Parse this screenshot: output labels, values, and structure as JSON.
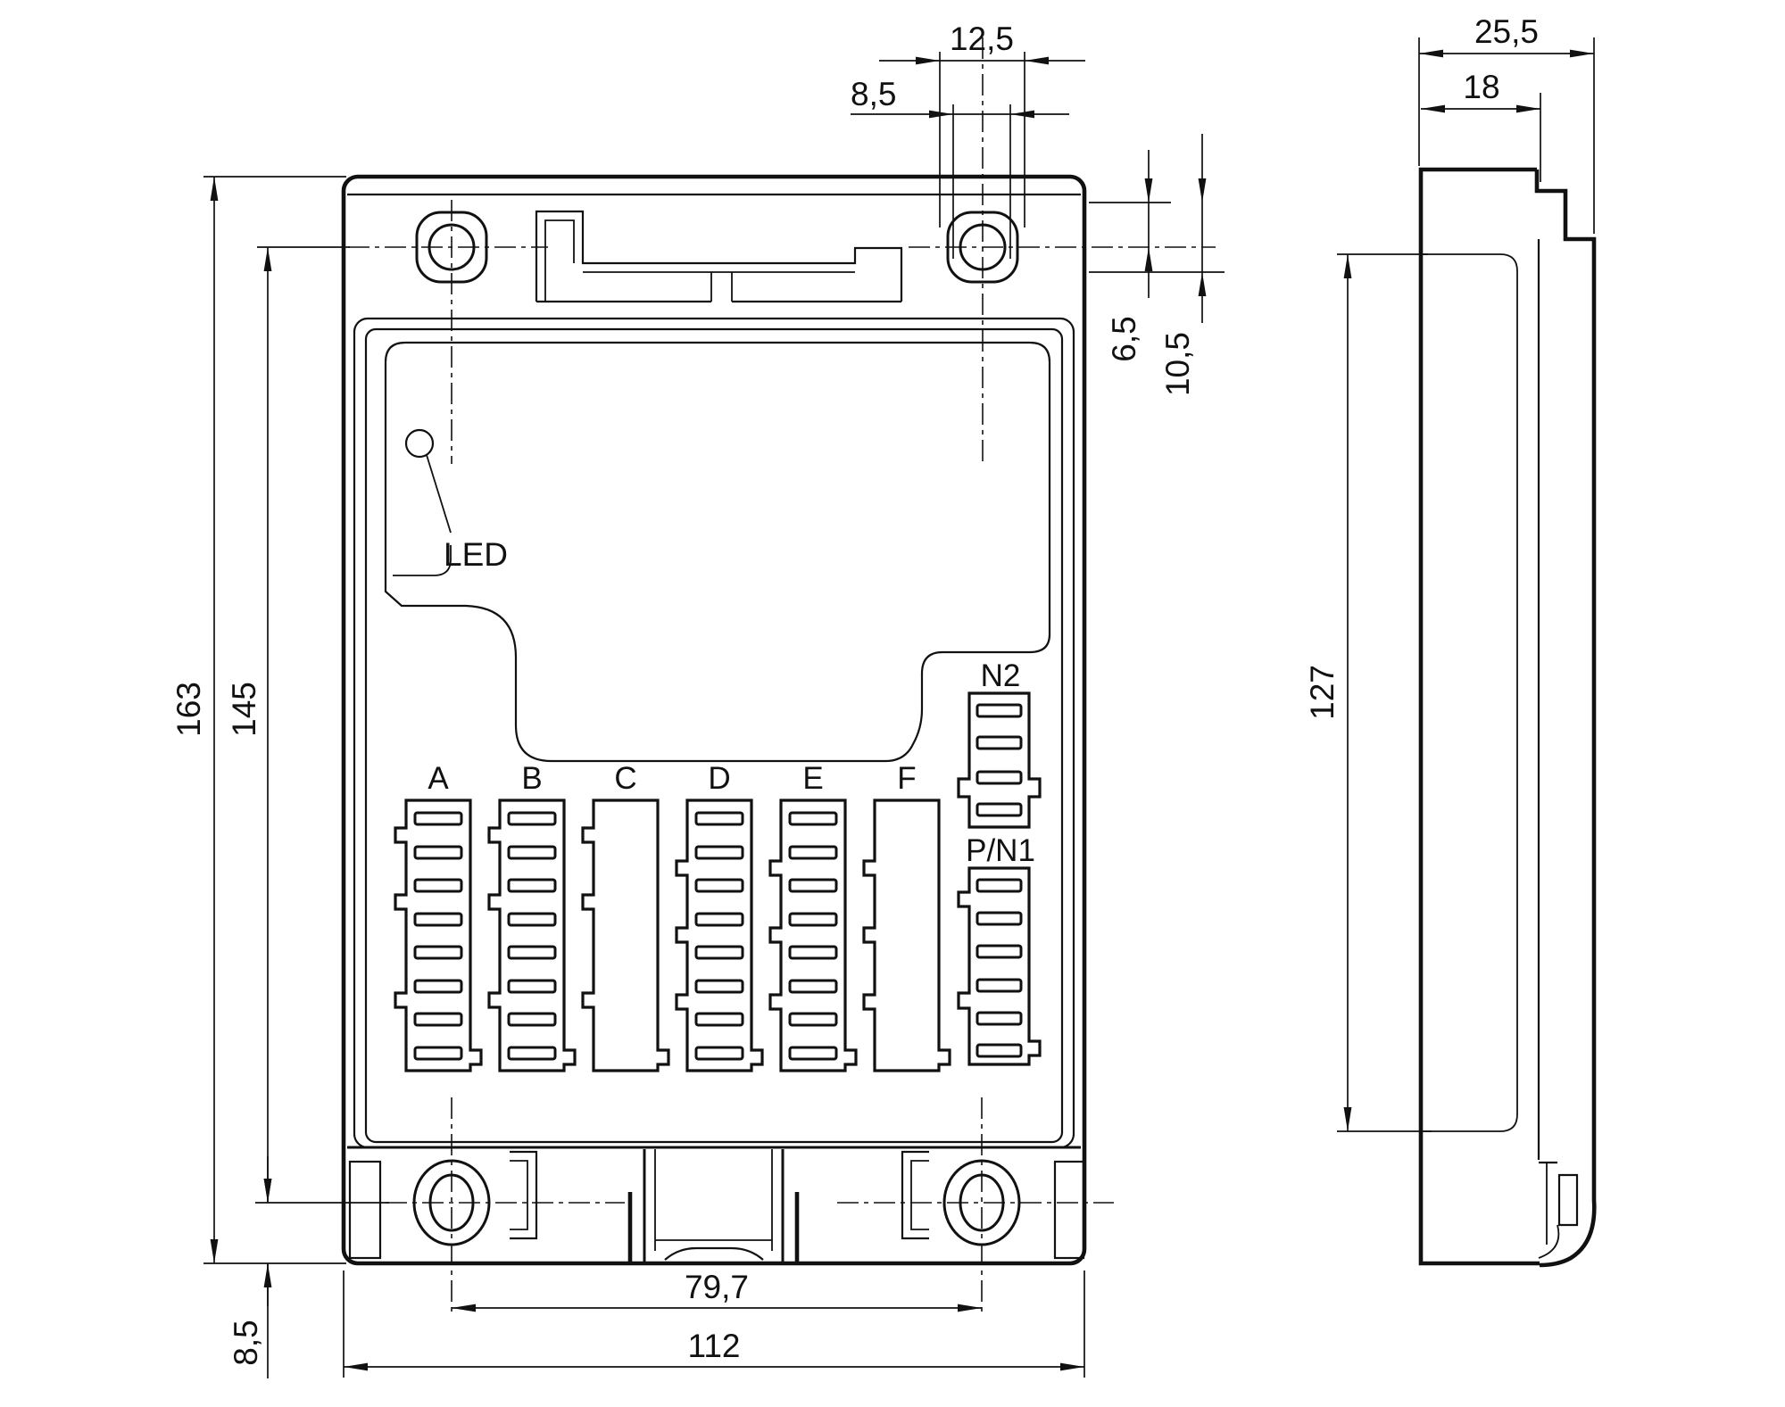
{
  "colors": {
    "ink": "#111111",
    "paper": "#ffffff"
  },
  "front_view": {
    "led_label": "LED",
    "connectors": [
      {
        "id": "A",
        "label": "A",
        "slots": 8
      },
      {
        "id": "B",
        "label": "B",
        "slots": 8
      },
      {
        "id": "C",
        "label": "C",
        "slots": 0
      },
      {
        "id": "D",
        "label": "D",
        "slots": 8
      },
      {
        "id": "E",
        "label": "E",
        "slots": 8
      },
      {
        "id": "F",
        "label": "F",
        "slots": 0
      },
      {
        "id": "N2",
        "label": "N2",
        "slots": 4
      },
      {
        "id": "PN1",
        "label": "P/N1",
        "slots": 6
      }
    ],
    "dimensions": {
      "overall_height": "163",
      "hole_spacing_vertical": "145",
      "bottom_hole_offset": "8,5",
      "overall_width": "112",
      "hole_spacing_horizontal": "79,7",
      "top_slot_width": "12,5",
      "top_slot_inner_width": "8,5",
      "top_hole_offset_inner": "6,5",
      "top_hole_offset_outer": "10,5"
    }
  },
  "side_view": {
    "dimensions": {
      "overall_depth": "25,5",
      "body_depth": "18",
      "front_panel_height": "127"
    }
  }
}
